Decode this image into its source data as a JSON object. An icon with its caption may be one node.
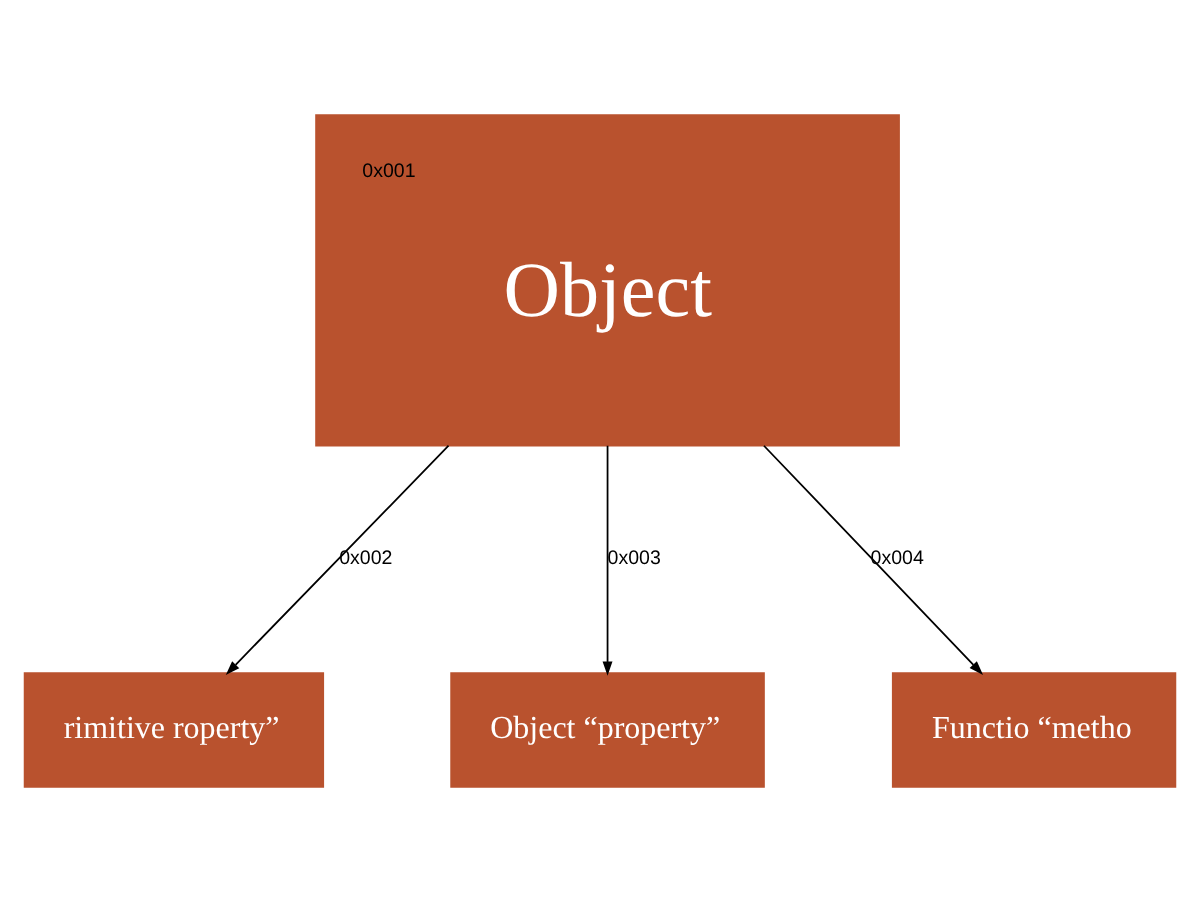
{
  "diagram": {
    "nodes": [
      {
        "text": [
          "0x001",
          "Object"
        ]
      },
      {
        "text": [
          "rimitive roperty”"
        ]
      },
      {
        "text": [
          "Object “property”"
        ]
      },
      {
        "text": [
          "Functio “metho"
        ]
      }
    ],
    "edges": [
      {
        "from": 0,
        "to": 1,
        "arrow": "to",
        "label": "0x002"
      },
      {
        "from": 0,
        "to": 2,
        "arrow": "to",
        "label": "0x003"
      },
      {
        "from": 0,
        "to": 3,
        "arrow": "to",
        "label": "0x004"
      }
    ]
  }
}
